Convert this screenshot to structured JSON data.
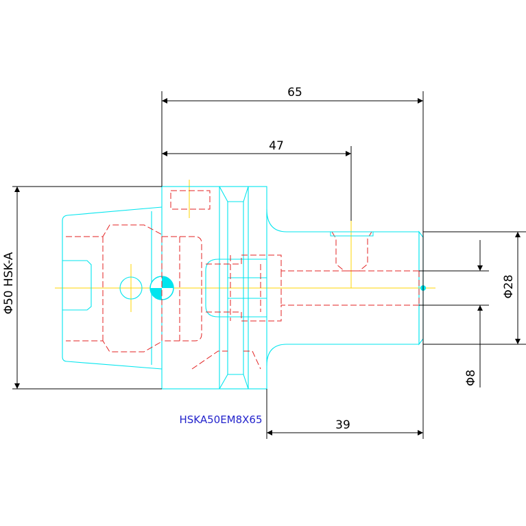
{
  "colors": {
    "outline": "#00e5ee",
    "hidden": "#e32222",
    "centerline": "#ffd400",
    "dimension": "#000000",
    "label": "#2323cc",
    "background": "#ffffff"
  },
  "dimensions": {
    "overall_length": "65",
    "gauge_length": "47",
    "shank_length": "39",
    "shank_diameter": "Φ28",
    "bore_diameter": "Φ8",
    "interface": "Φ50 HSK-A"
  },
  "model_label": "HSKA50EM8X65"
}
